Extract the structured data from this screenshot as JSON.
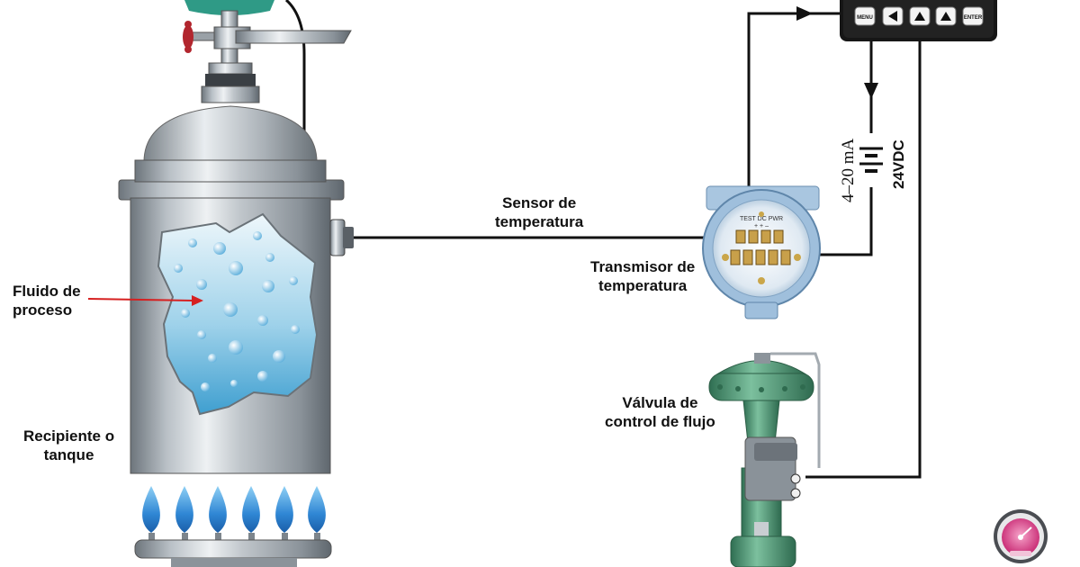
{
  "labels": {
    "fluid": [
      "Fluido de",
      "proceso"
    ],
    "tank": [
      "Recipiente o",
      "tanque"
    ],
    "sensor": [
      "Sensor de",
      "temperatura"
    ],
    "transmitter": [
      "Transmisor de",
      "temperatura"
    ],
    "valve": [
      "Válvula de",
      "control de flujo"
    ],
    "current": "4–20 mA",
    "supply": "24VDC",
    "terminal_block": "TEST DC PWR",
    "terminal_polarity": "+ + –"
  },
  "controller_buttons": [
    "MENU",
    "◀",
    "▲",
    "▲",
    "ENTER"
  ],
  "icons": [
    "burner-flame-icon",
    "gauge-logo-icon",
    "valve-handwheel-icon",
    "battery-symbol-icon"
  ],
  "colors": {
    "wire": "#111111",
    "arrow_red": "#d62020",
    "flame_blue": "#3f8fd8",
    "steel": "#9ea6ad",
    "valve_green": "#4f9a76",
    "transmitter_blue": "#8fb6d8",
    "logo_pink": "#d9307f"
  }
}
